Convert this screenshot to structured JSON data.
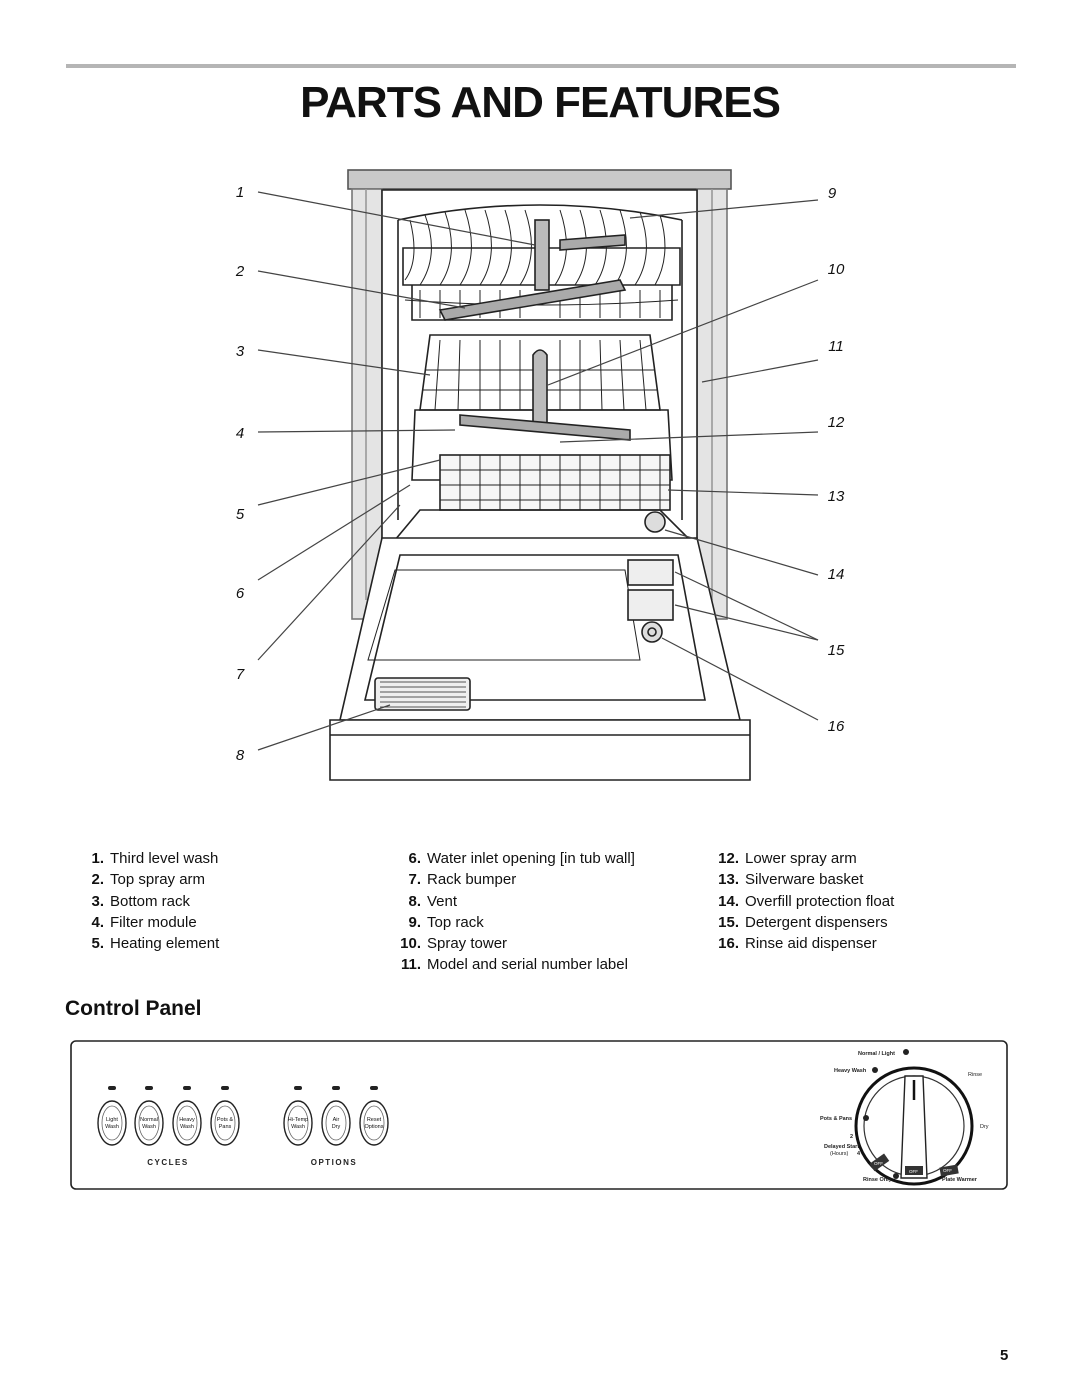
{
  "page": {
    "title": "Parts and Features",
    "section_title": "Control Panel",
    "page_number": "5"
  },
  "diagram": {
    "callout_numbers": [
      "1",
      "2",
      "3",
      "4",
      "5",
      "6",
      "7",
      "8",
      "9",
      "10",
      "11",
      "12",
      "13",
      "14",
      "15",
      "16"
    ]
  },
  "legend": {
    "column1": [
      {
        "num": "1.",
        "label": "Third level wash"
      },
      {
        "num": "2.",
        "label": "Top spray arm"
      },
      {
        "num": "3.",
        "label": "Bottom rack"
      },
      {
        "num": "4.",
        "label": "Filter module"
      },
      {
        "num": "5.",
        "label": "Heating element"
      }
    ],
    "column2": [
      {
        "num": "6.",
        "label": "Water inlet opening [in tub wall]"
      },
      {
        "num": "7.",
        "label": "Rack bumper"
      },
      {
        "num": "8.",
        "label": "Vent"
      },
      {
        "num": "9.",
        "label": "Top rack"
      },
      {
        "num": "10.",
        "label": "Spray tower"
      },
      {
        "num": "11.",
        "label": "Model and serial number label"
      }
    ],
    "column3": [
      {
        "num": "12.",
        "label": "Lower spray arm"
      },
      {
        "num": "13.",
        "label": "Silverware basket"
      },
      {
        "num": "14.",
        "label": "Overfill protection float"
      },
      {
        "num": "15.",
        "label": "Detergent dispensers"
      },
      {
        "num": "16.",
        "label": "Rinse aid dispenser"
      }
    ]
  },
  "control_panel": {
    "cycle_buttons": [
      {
        "line1": "Light",
        "line2": "Wash"
      },
      {
        "line1": "Normal",
        "line2": "Wash"
      },
      {
        "line1": "Heavy",
        "line2": "Wash"
      },
      {
        "line1": "Pots &",
        "line2": "Pans"
      }
    ],
    "option_buttons": [
      {
        "line1": "Hi-Temp",
        "line2": "Wash"
      },
      {
        "line1": "Air",
        "line2": "Dry"
      },
      {
        "line1": "Reset",
        "line2": "Options"
      }
    ],
    "cycles_label": "CYCLES",
    "options_label": "OPTIONS",
    "dial": {
      "normal_light": "Normal / Light",
      "heavy_wash": "Heavy Wash",
      "rinse": "Rinse",
      "pots_pans": "Pots & Pans",
      "dry": "Dry",
      "delay_2": "2",
      "delayed_start_1": "Delayed Start",
      "delayed_start_2": "(Hours)",
      "delay_4": "4",
      "off_left": "OFF",
      "off_right": "OFF",
      "off_bottom": "OFF",
      "rinse_only": "Rinse Only",
      "plate_warmer": "Plate Warmer"
    }
  }
}
